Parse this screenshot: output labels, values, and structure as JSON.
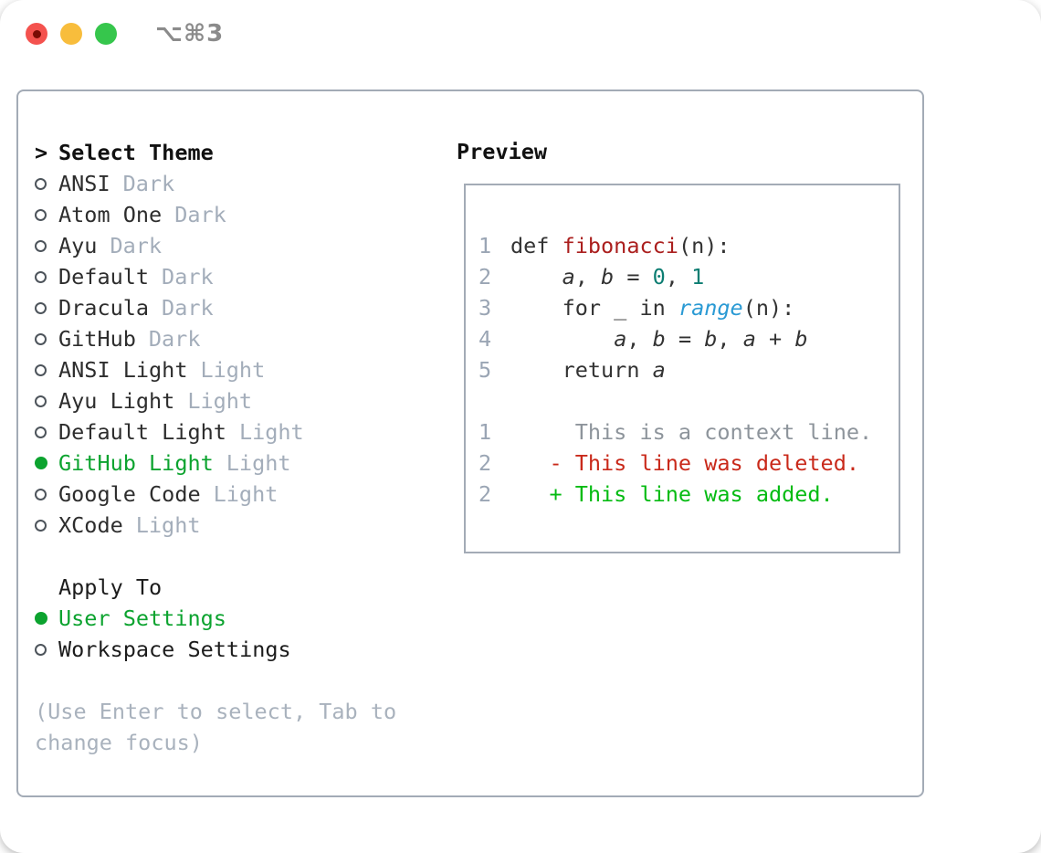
{
  "window": {
    "title": "⌥⌘3",
    "traffic_lights": [
      {
        "name": "close",
        "color": "#f4524e",
        "dot_color": "#7a0b04"
      },
      {
        "name": "minimize",
        "color": "#f8bd3c"
      },
      {
        "name": "zoom",
        "color": "#36c64c"
      }
    ]
  },
  "theme_picker": {
    "header": {
      "prompt": ">",
      "label": "Select Theme"
    },
    "themes": [
      {
        "name": "ANSI",
        "variant": "Dark",
        "selected": false
      },
      {
        "name": "Atom One",
        "variant": "Dark",
        "selected": false
      },
      {
        "name": "Ayu",
        "variant": "Dark",
        "selected": false
      },
      {
        "name": "Default",
        "variant": "Dark",
        "selected": false
      },
      {
        "name": "Dracula",
        "variant": "Dark",
        "selected": false
      },
      {
        "name": "GitHub",
        "variant": "Dark",
        "selected": false
      },
      {
        "name": "ANSI Light",
        "variant": "Light",
        "selected": false
      },
      {
        "name": "Ayu Light",
        "variant": "Light",
        "selected": false
      },
      {
        "name": "Default Light",
        "variant": "Light",
        "selected": false
      },
      {
        "name": "GitHub Light",
        "variant": "Light",
        "selected": true
      },
      {
        "name": "Google Code",
        "variant": "Light",
        "selected": false
      },
      {
        "name": "XCode",
        "variant": "Light",
        "selected": false
      }
    ],
    "apply_to": {
      "label": "Apply To",
      "options": [
        {
          "name": "User Settings",
          "selected": true
        },
        {
          "name": "Workspace Settings",
          "selected": false
        }
      ]
    },
    "help": [
      "(Use Enter to select, Tab to",
      "change focus)"
    ]
  },
  "preview": {
    "label": "Preview",
    "code_lines": [
      {
        "num": "",
        "segs": []
      },
      {
        "num": "1",
        "segs": [
          {
            "c": "plain",
            "t": "def "
          },
          {
            "c": "fn",
            "t": "fibonacci"
          },
          {
            "c": "plain",
            "t": "(n):"
          }
        ]
      },
      {
        "num": "2",
        "segs": [
          {
            "c": "plain",
            "t": "    "
          },
          {
            "c": "var",
            "t": "a"
          },
          {
            "c": "plain",
            "t": ", "
          },
          {
            "c": "var",
            "t": "b"
          },
          {
            "c": "plain",
            "t": " = "
          },
          {
            "c": "lit",
            "t": "0"
          },
          {
            "c": "plain",
            "t": ", "
          },
          {
            "c": "lit",
            "t": "1"
          }
        ]
      },
      {
        "num": "3",
        "segs": [
          {
            "c": "plain",
            "t": "    for _ in "
          },
          {
            "c": "call",
            "t": "range"
          },
          {
            "c": "plain",
            "t": "(n):"
          }
        ]
      },
      {
        "num": "4",
        "segs": [
          {
            "c": "plain",
            "t": "        "
          },
          {
            "c": "var",
            "t": "a"
          },
          {
            "c": "plain",
            "t": ", "
          },
          {
            "c": "var",
            "t": "b"
          },
          {
            "c": "plain",
            "t": " = "
          },
          {
            "c": "var",
            "t": "b"
          },
          {
            "c": "plain",
            "t": ", "
          },
          {
            "c": "var",
            "t": "a"
          },
          {
            "c": "plain",
            "t": " + "
          },
          {
            "c": "var",
            "t": "b"
          }
        ]
      },
      {
        "num": "5",
        "segs": [
          {
            "c": "plain",
            "t": "    return "
          },
          {
            "c": "var",
            "t": "a"
          }
        ]
      },
      {
        "num": "",
        "segs": []
      },
      {
        "num": "1",
        "segs": [
          {
            "c": "ctx",
            "t": "     This is a context line."
          }
        ]
      },
      {
        "num": "2",
        "segs": [
          {
            "c": "del",
            "t": "   - This line was deleted."
          }
        ]
      },
      {
        "num": "2",
        "segs": [
          {
            "c": "add",
            "t": "   + This line was added."
          }
        ]
      }
    ]
  },
  "colors": {
    "accent_green": "#0ca32f",
    "diff_added": "#04bb12",
    "diff_deleted": "#c9291a",
    "diff_context": "#8d949b",
    "function_name": "#ab1f1e",
    "number_literal": "#0c7d72",
    "builtin_call": "#2a9ad4",
    "muted_text": "#a3adba",
    "line_number": "#9aa5b4",
    "panel_border": "#a3abb6"
  }
}
